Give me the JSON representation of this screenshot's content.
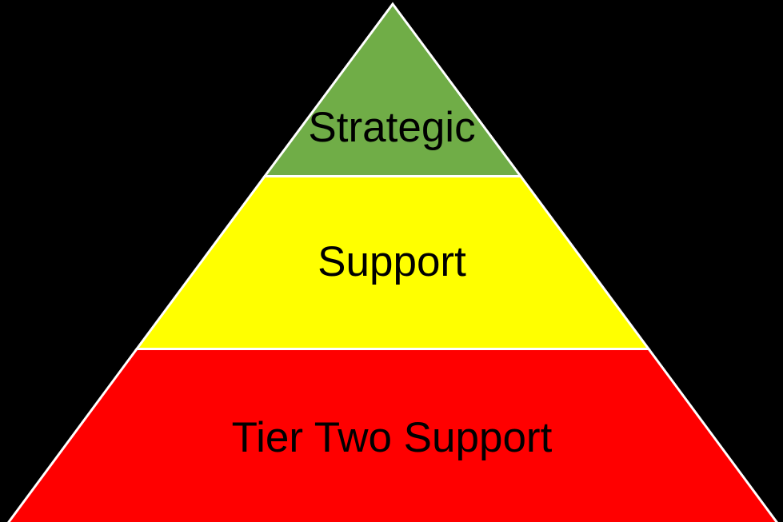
{
  "diagram": {
    "type": "pyramid",
    "background_color": "#000000",
    "outline_color": "#ffffff",
    "label_color": "#000000",
    "tiers": [
      {
        "label": "Strategic",
        "color": "#70ad47"
      },
      {
        "label": "Support",
        "color": "#ffff00"
      },
      {
        "label": "Tier Two Support",
        "color": "#ff0000"
      }
    ]
  }
}
